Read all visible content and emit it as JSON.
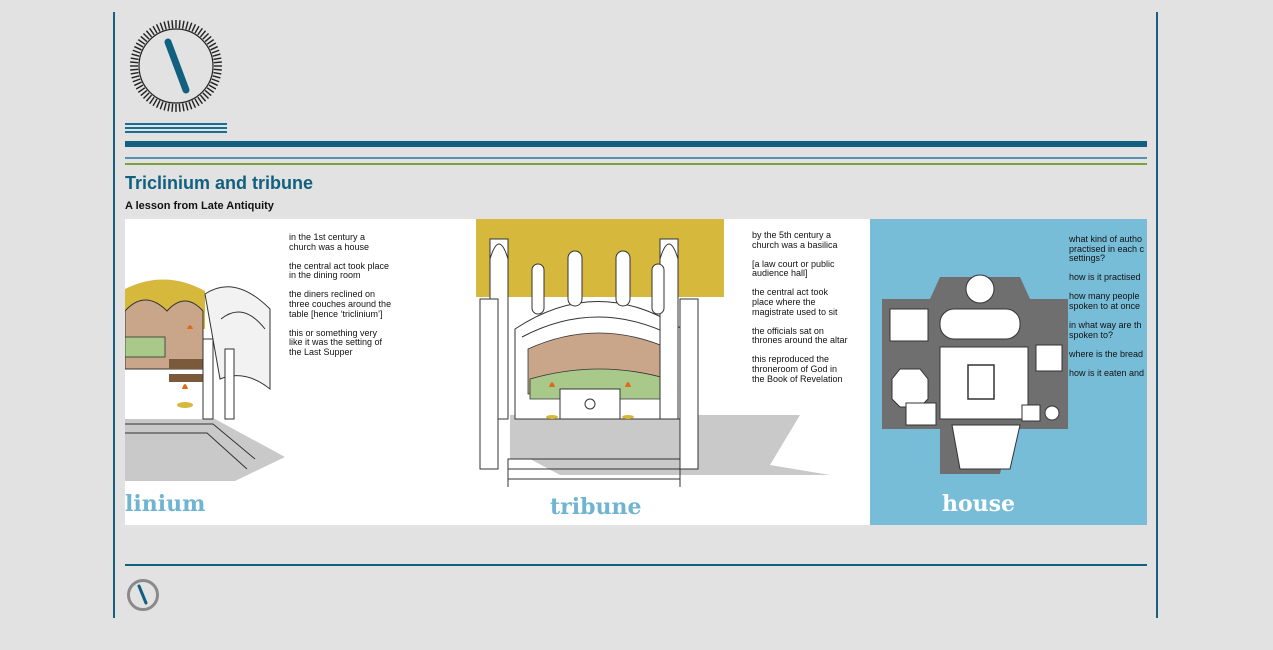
{
  "colors": {
    "brand": "#11607f",
    "accent_green": "#7aa23a",
    "panel_blue": "#78bdd8",
    "mustard": "#d6b83c"
  },
  "logo": {
    "icon": "clock-dial-logo-icon"
  },
  "article": {
    "title": "Triclinium and tribune",
    "subtitle": "A lesson from Late Antiquity"
  },
  "banner": {
    "panel1": {
      "word": "linium",
      "notes": [
        "in the 1st century a\nchurch was a house",
        "the central act took place\nin the dining room",
        "the diners reclined on\nthree couches around the\ntable [hence ‘triclinium’]",
        "this or something very\nlike it was the setting of\nthe Last Supper"
      ]
    },
    "panel2": {
      "word": "tribune",
      "notes": [
        "by the 5th century a\nchurch was a basilica",
        "[a law court or public\naudience hall]",
        "the central act took\nplace where the\nmagistrate used to sit",
        "the officials sat on\nthrones around the altar",
        "this reproduced the\nthroneroom of God in\nthe Book of Revelation"
      ]
    },
    "panel3": {
      "word": "house",
      "notes": [
        "what kind of autho\npractised in each c\nsettings?",
        "how is it practised",
        "how many people\nspoken to  at once",
        "in what way are th\nspoken to?",
        "where is the bread",
        "how is it eaten and"
      ]
    }
  },
  "footer": {
    "icon": "small-logo-icon"
  }
}
